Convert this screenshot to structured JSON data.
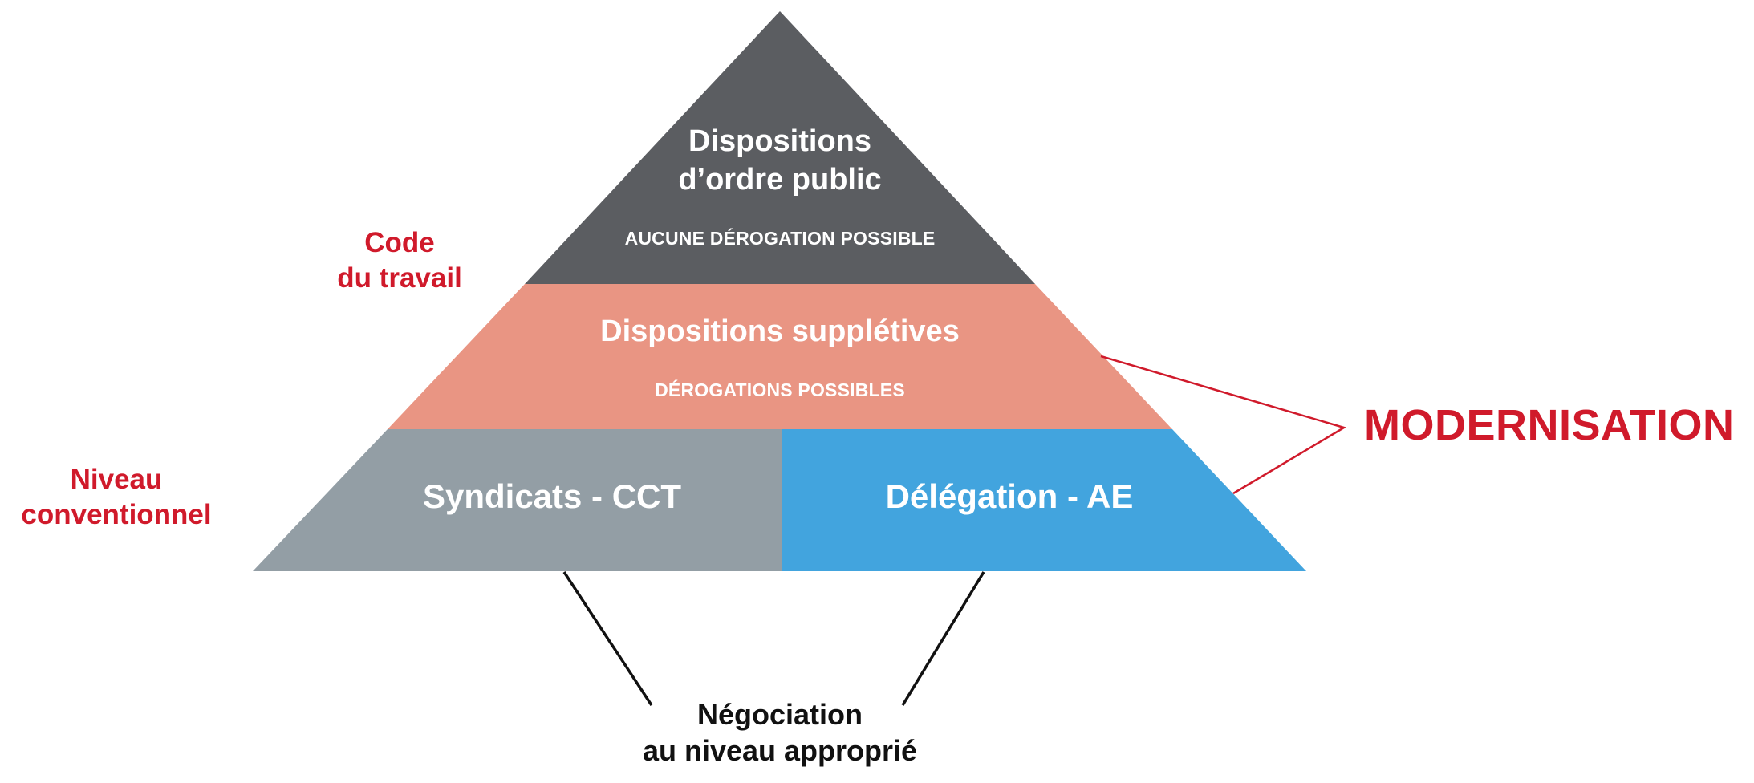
{
  "colors": {
    "top_layer": "#5b5d61",
    "middle_layer": "#e99583",
    "bottom_left": "#939ea5",
    "bottom_right": "#42a4de",
    "accent_red": "#d01a2b",
    "connector_black": "#111111"
  },
  "pyramid": {
    "top": {
      "title_line1": "Dispositions",
      "title_line2": "d’ordre public",
      "subtitle": "AUCUNE DÉROGATION POSSIBLE"
    },
    "middle": {
      "title": "Dispositions supplétives",
      "subtitle": "DÉROGATIONS POSSIBLES"
    },
    "bottom_left": {
      "title": "Syndicats - CCT"
    },
    "bottom_right": {
      "title": "Délégation - AE"
    }
  },
  "side_labels": {
    "code": {
      "line1": "Code",
      "line2": "du travail"
    },
    "niveau": {
      "line1": "Niveau",
      "line2": "conventionnel"
    }
  },
  "modernisation": "MODERNISATION",
  "negociation": {
    "line1": "Négociation",
    "line2": "au niveau approprié"
  }
}
